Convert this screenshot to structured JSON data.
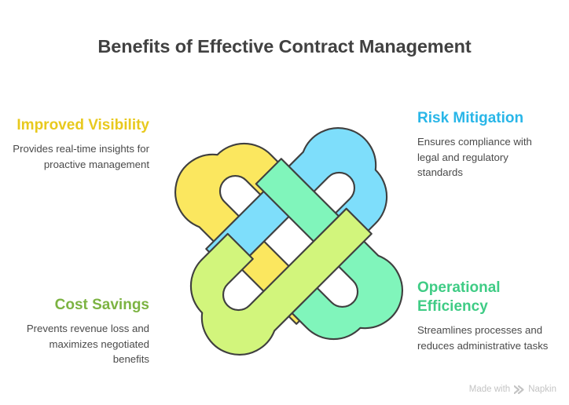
{
  "title": "Benefits of Effective Contract Management",
  "colors": {
    "title_text": "#414141",
    "body_text": "#4a4a4a",
    "background": "#ffffff",
    "stroke": "#3f3f3f",
    "shape_yellow": "#FBE75F",
    "shape_blue": "#7EDEFB",
    "shape_lime": "#D2F57C",
    "shape_mint": "#80F5BB",
    "heading_yellow": "#E8C91E",
    "heading_blue": "#29B6E8",
    "heading_green": "#7CB342",
    "heading_mint": "#3FCC85",
    "watermark": "#c4c4c4"
  },
  "callouts": {
    "improved_visibility": {
      "heading": "Improved Visibility",
      "body": "Provides real-time insights for proactive management"
    },
    "risk_mitigation": {
      "heading": "Risk Mitigation",
      "body": "Ensures compliance with legal and regulatory standards"
    },
    "cost_savings": {
      "heading": "Cost Savings",
      "body": "Prevents revenue loss and maximizes negotiated benefits"
    },
    "operational_efficiency": {
      "heading": "Operational Efficiency",
      "body": "Streamlines processes and reduces administrative tasks"
    }
  },
  "diagram": {
    "type": "interlocking-knot",
    "description": "Four interlocking hook-shaped links arranged with 4-fold rotational symmetry",
    "links": [
      {
        "name": "improved-visibility-link",
        "position": "top-left",
        "color": "#FBE75F"
      },
      {
        "name": "risk-mitigation-link",
        "position": "top-right",
        "color": "#7EDEFB"
      },
      {
        "name": "cost-savings-link",
        "position": "bottom-left",
        "color": "#D2F57C"
      },
      {
        "name": "operational-efficiency-link",
        "position": "bottom-right",
        "color": "#80F5BB"
      }
    ]
  },
  "watermark": {
    "prefix": "Made with",
    "brand": "Napkin",
    "logo_icon": "napkin-chevron-icon"
  }
}
